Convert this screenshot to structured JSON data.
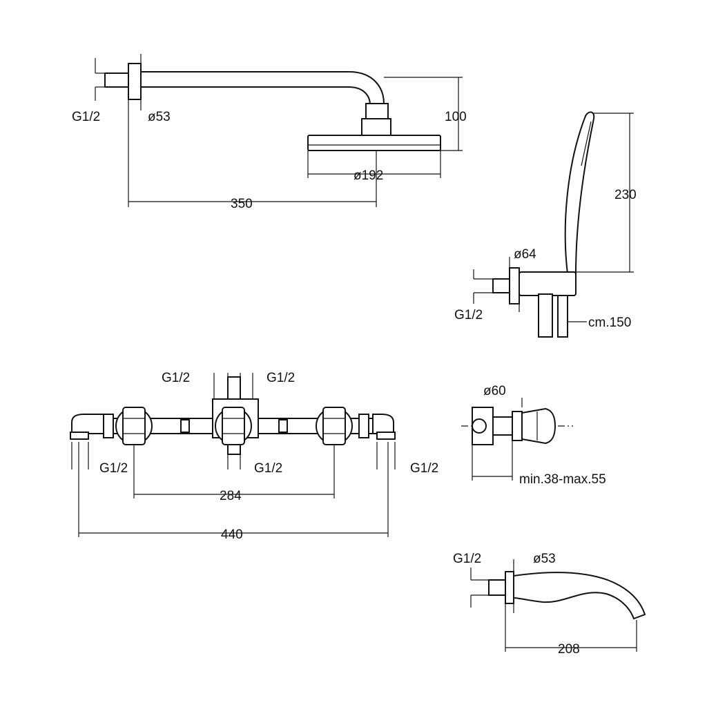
{
  "shower_arm": {
    "thread": "G1/2",
    "flange_diameter": "ø53",
    "head_diameter": "ø192",
    "length": "350",
    "drop": "100"
  },
  "hand_shower": {
    "height": "230",
    "flange_diameter": "ø64",
    "thread": "G1/2",
    "hose_length": "cm.150"
  },
  "mixer_body": {
    "top_left_thread": "G1/2",
    "top_right_thread": "G1/2",
    "left_thread": "G1/2",
    "center_thread": "G1/2",
    "right_thread": "G1/2",
    "inner_span": "284",
    "outer_span": "440"
  },
  "handle_side": {
    "diameter": "ø60",
    "depth_range": "min.38-max.55"
  },
  "spout": {
    "thread": "G1/2",
    "flange_diameter": "ø53",
    "length": "208"
  }
}
